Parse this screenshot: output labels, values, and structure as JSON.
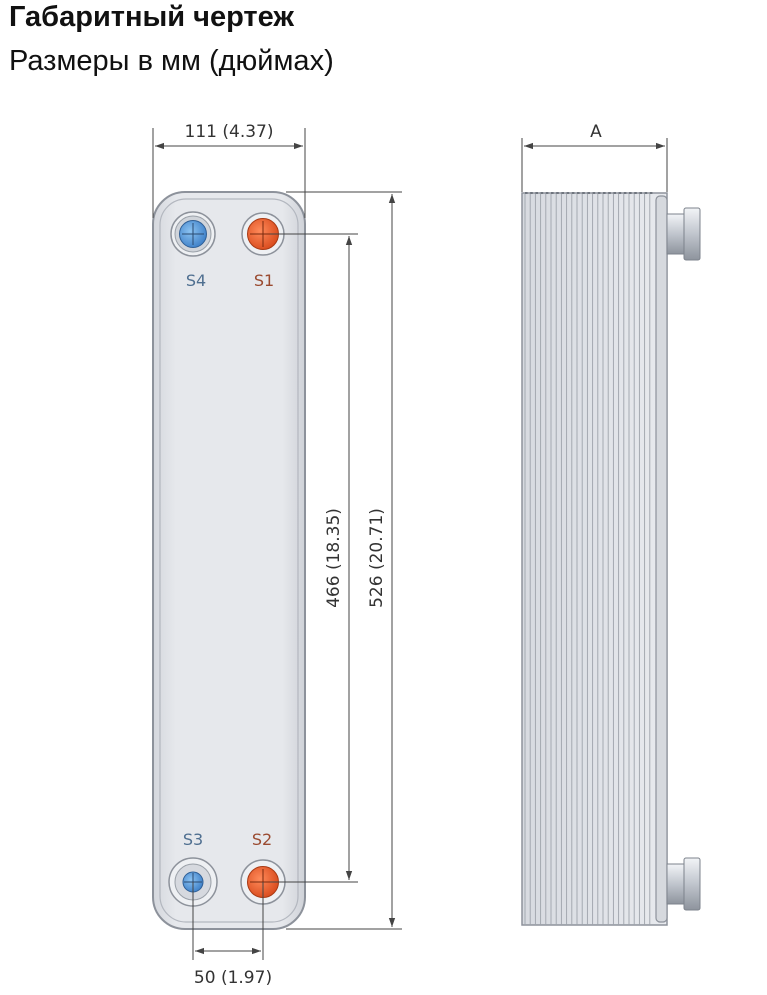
{
  "header": {
    "title": "Габаритный чертеж",
    "subtitle": "Размеры в мм (дюймах)"
  },
  "dimensions": {
    "width_label": "111 (4.37)",
    "port_spacing_label": "50 (1.97)",
    "port_center_height_label": "466 (18.35)",
    "total_height_label": "526 (20.71)",
    "pack_length_label": "A"
  },
  "ports": [
    {
      "label": "S4",
      "color": "#4a8fd6",
      "label_color": "#4f6f90"
    },
    {
      "label": "S1",
      "color": "#e25a2c",
      "label_color": "#9a4a30"
    },
    {
      "label": "S3",
      "color": "#4a8fd6",
      "label_color": "#4f6f90"
    },
    {
      "label": "S2",
      "color": "#e25a2c",
      "label_color": "#9a4a30"
    }
  ],
  "colors": {
    "plate": "#e3e5ea",
    "plate_border": "#8d929b",
    "dimension_line": "#444444",
    "cold_port": "#4a8fd6",
    "hot_port": "#e25a2c"
  }
}
